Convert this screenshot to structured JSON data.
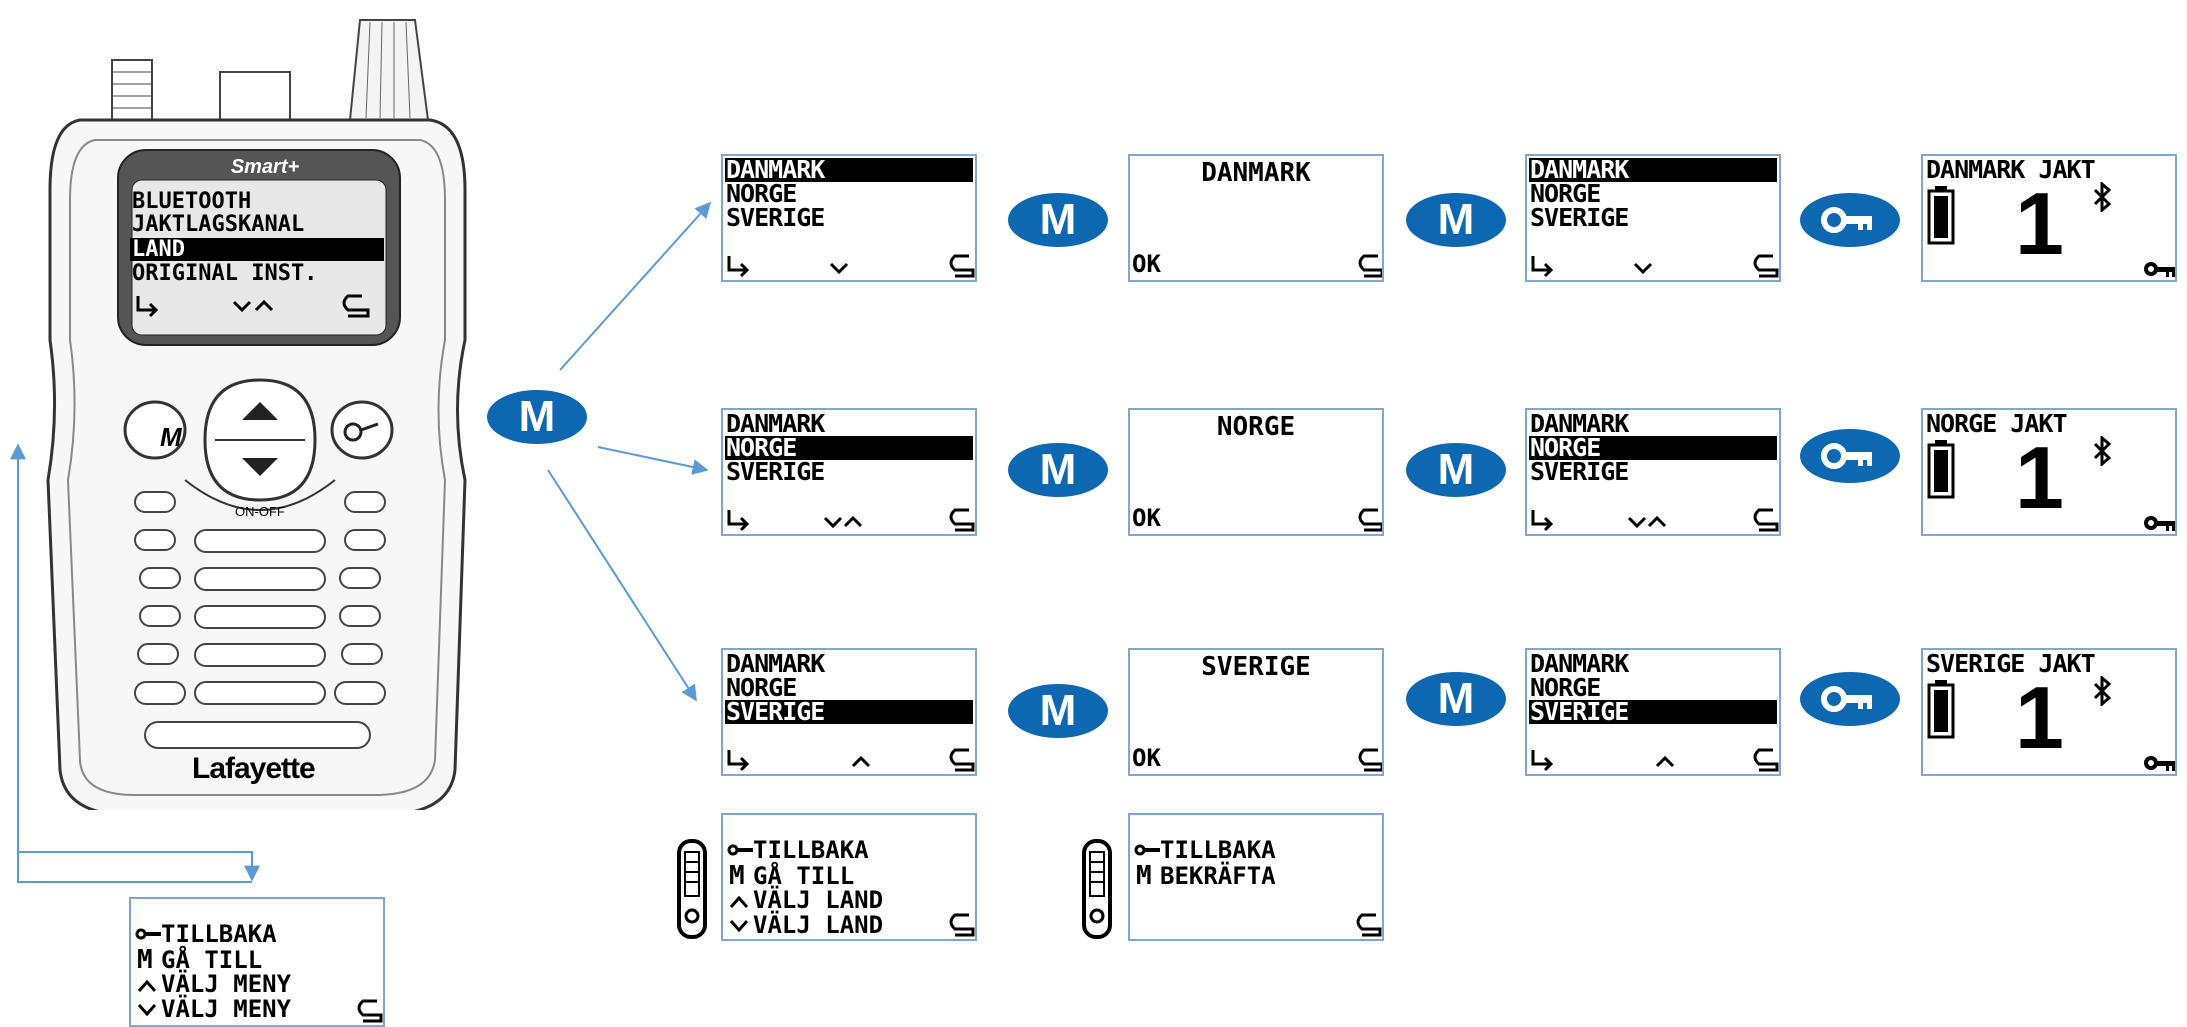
{
  "device": {
    "brand_badge": "Smart+",
    "brand_logo": "Lafayette",
    "screen_items": [
      "BLUETOOTH",
      "JAKTLAGSKANAL",
      "LAND",
      "ORIGINAL INST."
    ],
    "selected_index": 2,
    "on_off_label": "ON-OFF",
    "m_key": "M"
  },
  "m_button_label": "M",
  "rows": [
    {
      "select_items": [
        "DANMARK",
        "NORGE",
        "SVERIGE"
      ],
      "selected_index": 0,
      "confirm_title": "DANMARK",
      "ok_label": "OK",
      "result_line": "DANMARK JAKT",
      "channel": "1"
    },
    {
      "select_items": [
        "DANMARK",
        "NORGE",
        "SVERIGE"
      ],
      "selected_index": 1,
      "confirm_title": "NORGE",
      "ok_label": "OK",
      "result_line": "NORGE JAKT",
      "channel": "1"
    },
    {
      "select_items": [
        "DANMARK",
        "NORGE",
        "SVERIGE"
      ],
      "selected_index": 2,
      "confirm_title": "SVERIGE",
      "ok_label": "OK",
      "result_line": "SVERIGE JAKT",
      "channel": "1"
    }
  ],
  "help_main": [
    "TILLBAKA",
    "GÅ TILL",
    "VÄLJ MENY",
    "VÄLJ MENY"
  ],
  "help_land": [
    "TILLBAKA",
    "GÅ TILL",
    "VÄLJ LAND",
    "VÄLJ LAND"
  ],
  "help_confirm": [
    "TILLBAKA",
    "BEKRÄFTA"
  ],
  "help_m": "M",
  "colors": {
    "accent": "#0e68b1",
    "frame": "#7fa6d6",
    "arrow": "#5b9bd5"
  }
}
